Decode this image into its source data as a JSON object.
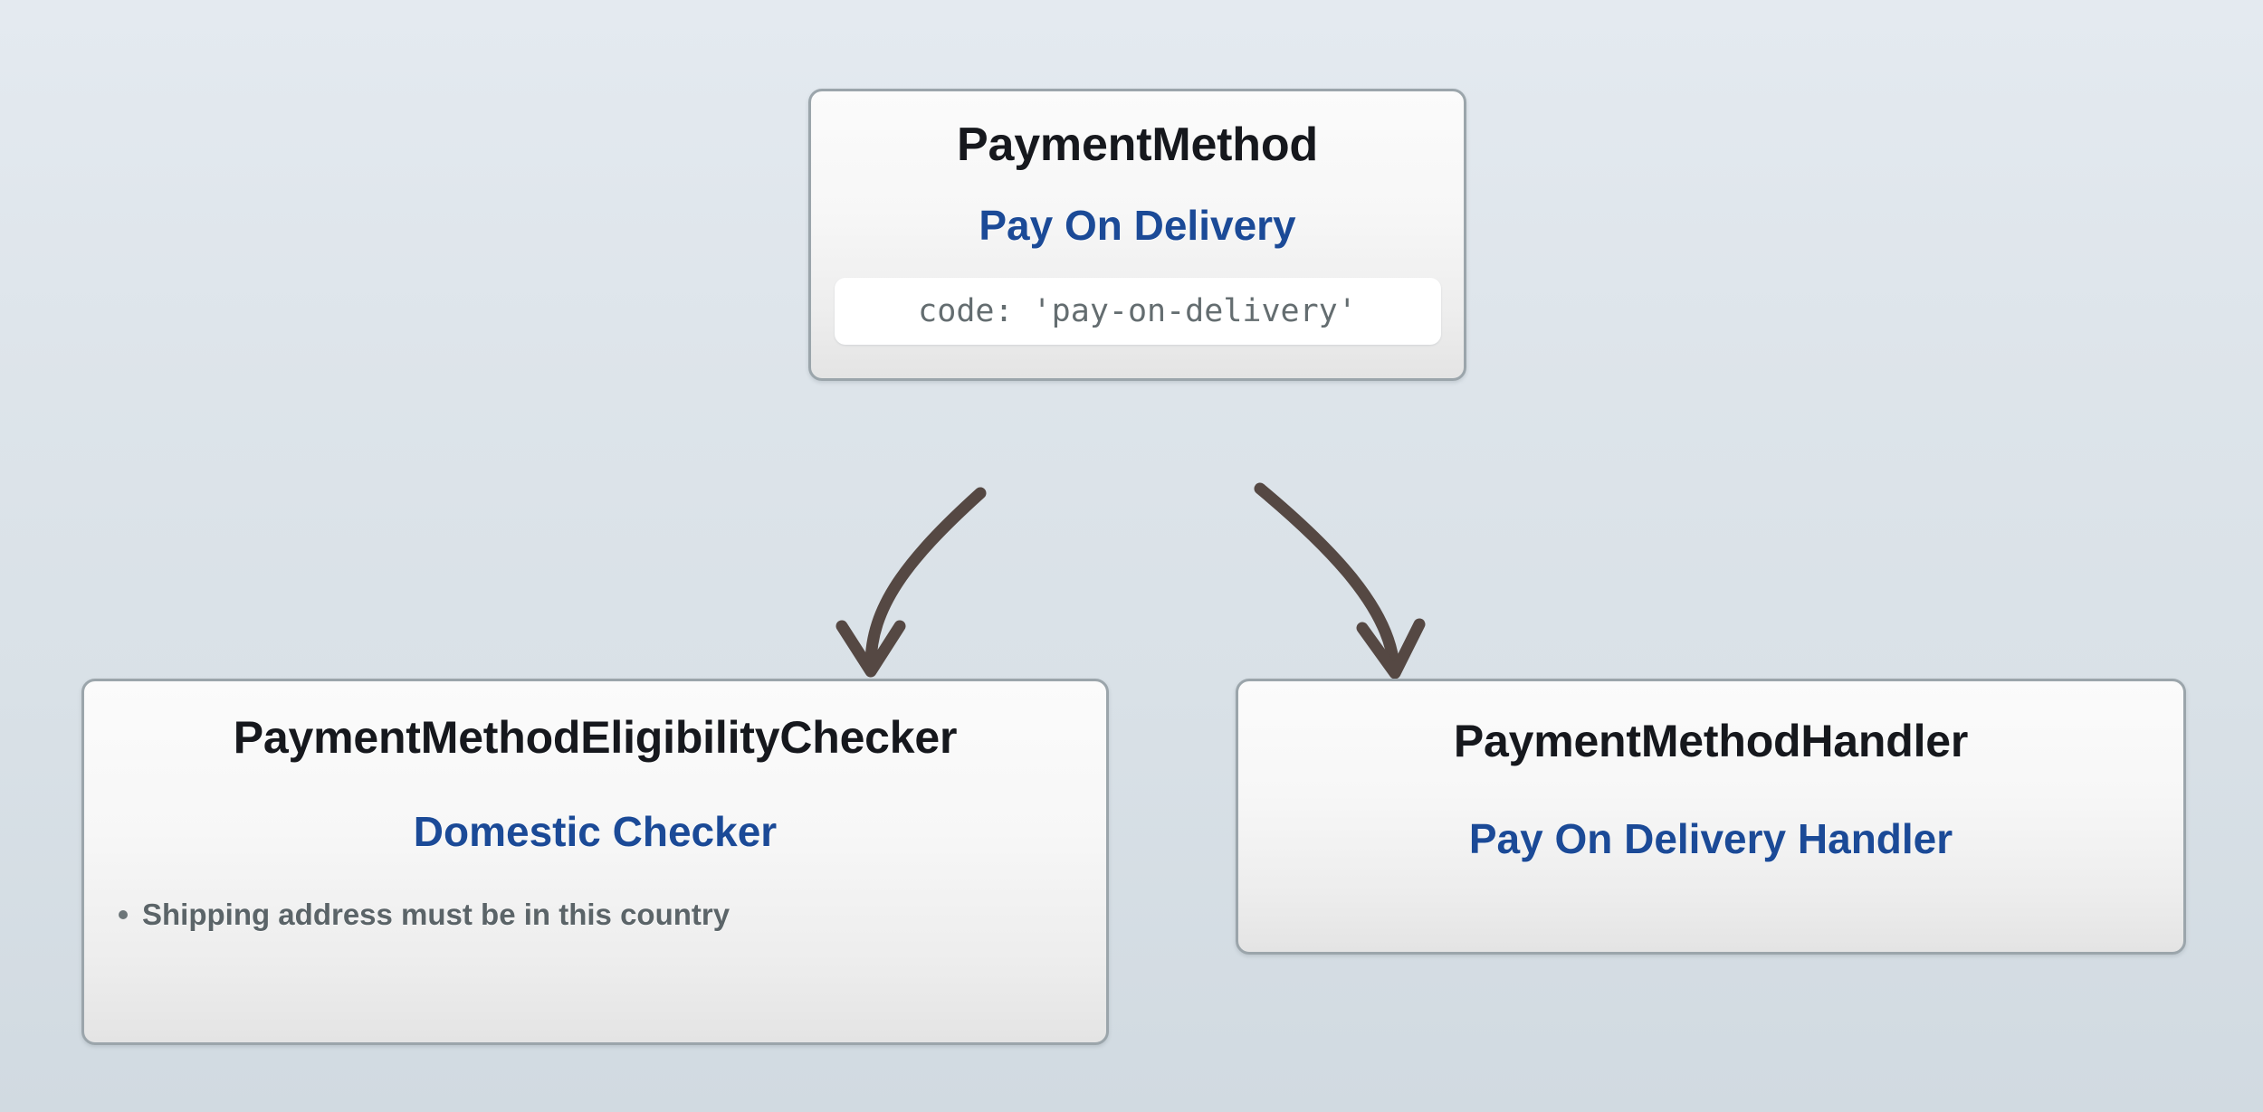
{
  "diagram": {
    "background_top_color": "#e4eaf0",
    "background_bottom_color": "#d1dae1",
    "node_border_color": "#9ba5ab",
    "title_color": "#16181d",
    "subtitle_color": "#1b4a97",
    "code_text_color": "#646d70",
    "bullet_text_color": "#5b6468",
    "edge_color": "#554843"
  },
  "nodes": {
    "payment_method": {
      "title": "PaymentMethod",
      "subtitle": "Pay On Delivery",
      "code": "code: 'pay-on-delivery'"
    },
    "eligibility_checker": {
      "title": "PaymentMethodEligibilityChecker",
      "subtitle": "Domestic Checker",
      "bullets": [
        "Shipping address must be in this country"
      ]
    },
    "payment_handler": {
      "title": "PaymentMethodHandler",
      "subtitle": "Pay On Delivery Handler"
    }
  },
  "edges": [
    {
      "name": "edge-to-eligibility-checker",
      "from": "payment_method",
      "to": "eligibility_checker"
    },
    {
      "name": "edge-to-payment-handler",
      "from": "payment_method",
      "to": "payment_handler"
    }
  ]
}
